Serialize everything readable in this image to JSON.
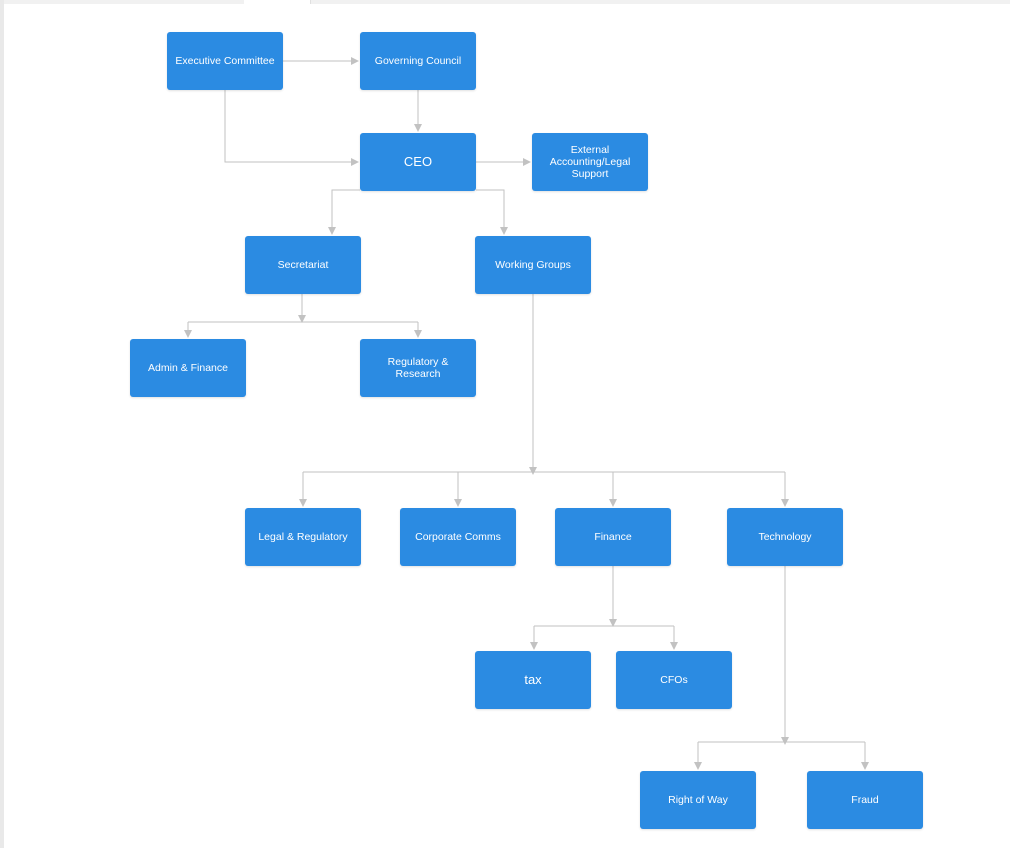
{
  "diagram": {
    "line_color": "#c2c2c2",
    "node_color": "#2b8be2",
    "nodes": {
      "executive_committee": "Executive Committee",
      "governing_council": "Governing Council",
      "ceo": "CEO",
      "external_support": "External Accounting/Legal Support",
      "secretariat": "Secretariat",
      "working_groups": "Working Groups",
      "admin_finance": "Admin & Finance",
      "regulatory_research": "Regulatory & Research",
      "legal_regulatory": "Legal & Regulatory",
      "corporate_comms": "Corporate Comms",
      "finance": "Finance",
      "technology": "Technology",
      "tax": "tax",
      "cfos": "CFOs",
      "right_of_way": "Right of Way",
      "fraud": "Fraud"
    }
  }
}
